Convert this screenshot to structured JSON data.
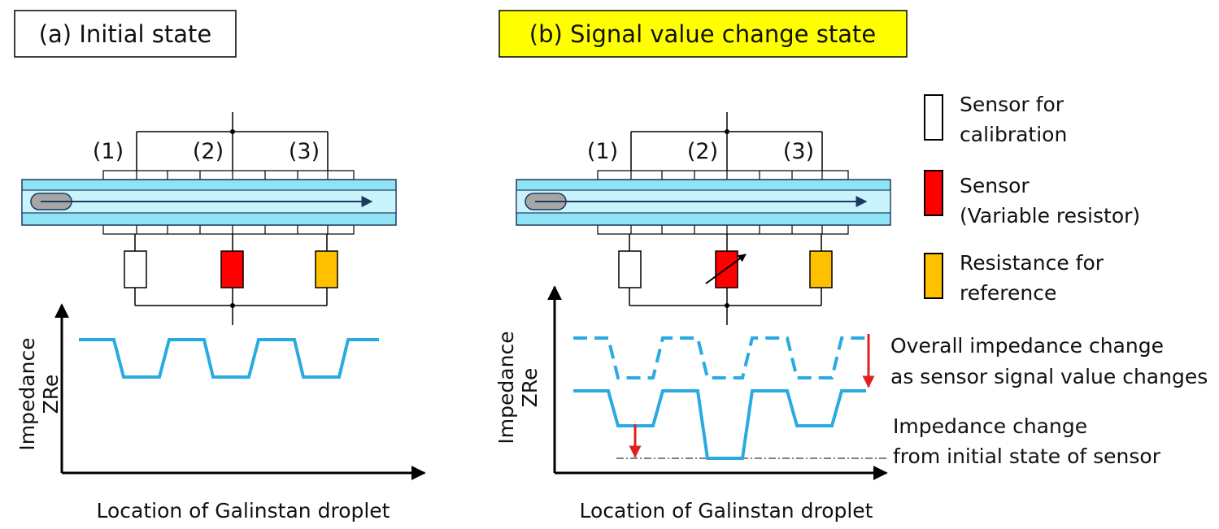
{
  "panel_a": {
    "title": "(a) Initial state",
    "labels": [
      "(1)",
      "(2)",
      "(3)"
    ],
    "y_axis": [
      "Impedance",
      "ZRe"
    ],
    "x_axis": "Location of Galinstan droplet"
  },
  "panel_b": {
    "title": "(b) Signal value change state",
    "labels": [
      "(1)",
      "(2)",
      "(3)"
    ],
    "y_axis": [
      "Impedance",
      "ZRe"
    ],
    "x_axis": "Location of Galinstan droplet",
    "annotation_overall": [
      "Overall impedance change",
      "as sensor signal value changes"
    ],
    "annotation_sensor": [
      "Impedance change",
      "from initial state of sensor"
    ]
  },
  "legend": {
    "calibration": [
      "Sensor for",
      "calibration"
    ],
    "sensor": [
      "Sensor",
      "(Variable resistor)"
    ],
    "reference": [
      "Resistance for",
      "reference"
    ]
  },
  "colors": {
    "title_b_bg": "#ffff00",
    "channel_fill": "#8fe3f2",
    "channel_inner": "#c9f4fb",
    "flow_arrow": "#1f3864",
    "droplet": "#a6a6a6",
    "sensor_red": "#ff0000",
    "reference_orange": "#ffc000",
    "signal_line": "#29abe2",
    "change_arrow": "#e02020"
  }
}
